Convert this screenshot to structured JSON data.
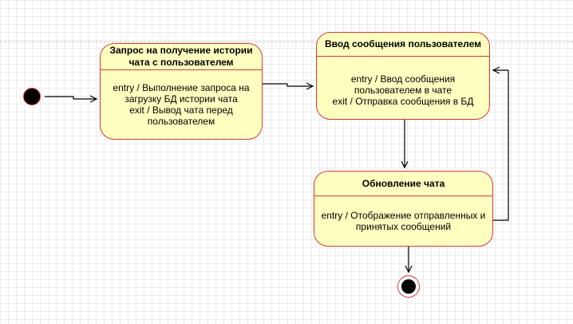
{
  "diagram": {
    "states": [
      {
        "title": "Запрос на получение истории чата с пользователем",
        "lines": [
          "entry /  Выполнение запроса на загрузку БД истории чата",
          "exit / Вывод чата перед пользователем"
        ]
      },
      {
        "title": "Ввод сообщения пользователем",
        "lines": [
          "entry / Ввод сообщения пользователем в чате",
          "exit / Отправка сообщения в БД"
        ]
      },
      {
        "title": "Обновление чата",
        "lines": [
          "entry / Отображение отправленных и принятых сообщений"
        ]
      }
    ],
    "colors": {
      "state_fill": "#ffffc0",
      "state_border": "#d9383a",
      "arrow": "#000000"
    }
  }
}
